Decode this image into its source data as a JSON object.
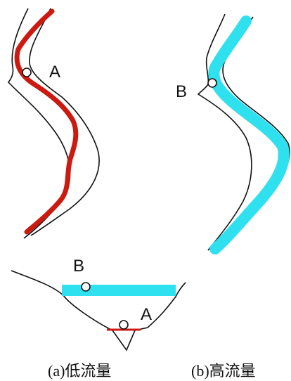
{
  "labels": {
    "point_a": "A",
    "point_b": "B",
    "section_point_a": "A",
    "section_point_b": "B"
  },
  "captions": {
    "low_flow": "(a)低流量",
    "high_flow": "(b)高流量"
  },
  "colors": {
    "bank_line": "#111111",
    "low_flow_channel": "#cc1a10",
    "high_flow_channel": "#2fe0ee",
    "point_fill": "#ffffff",
    "text": "#111111"
  }
}
